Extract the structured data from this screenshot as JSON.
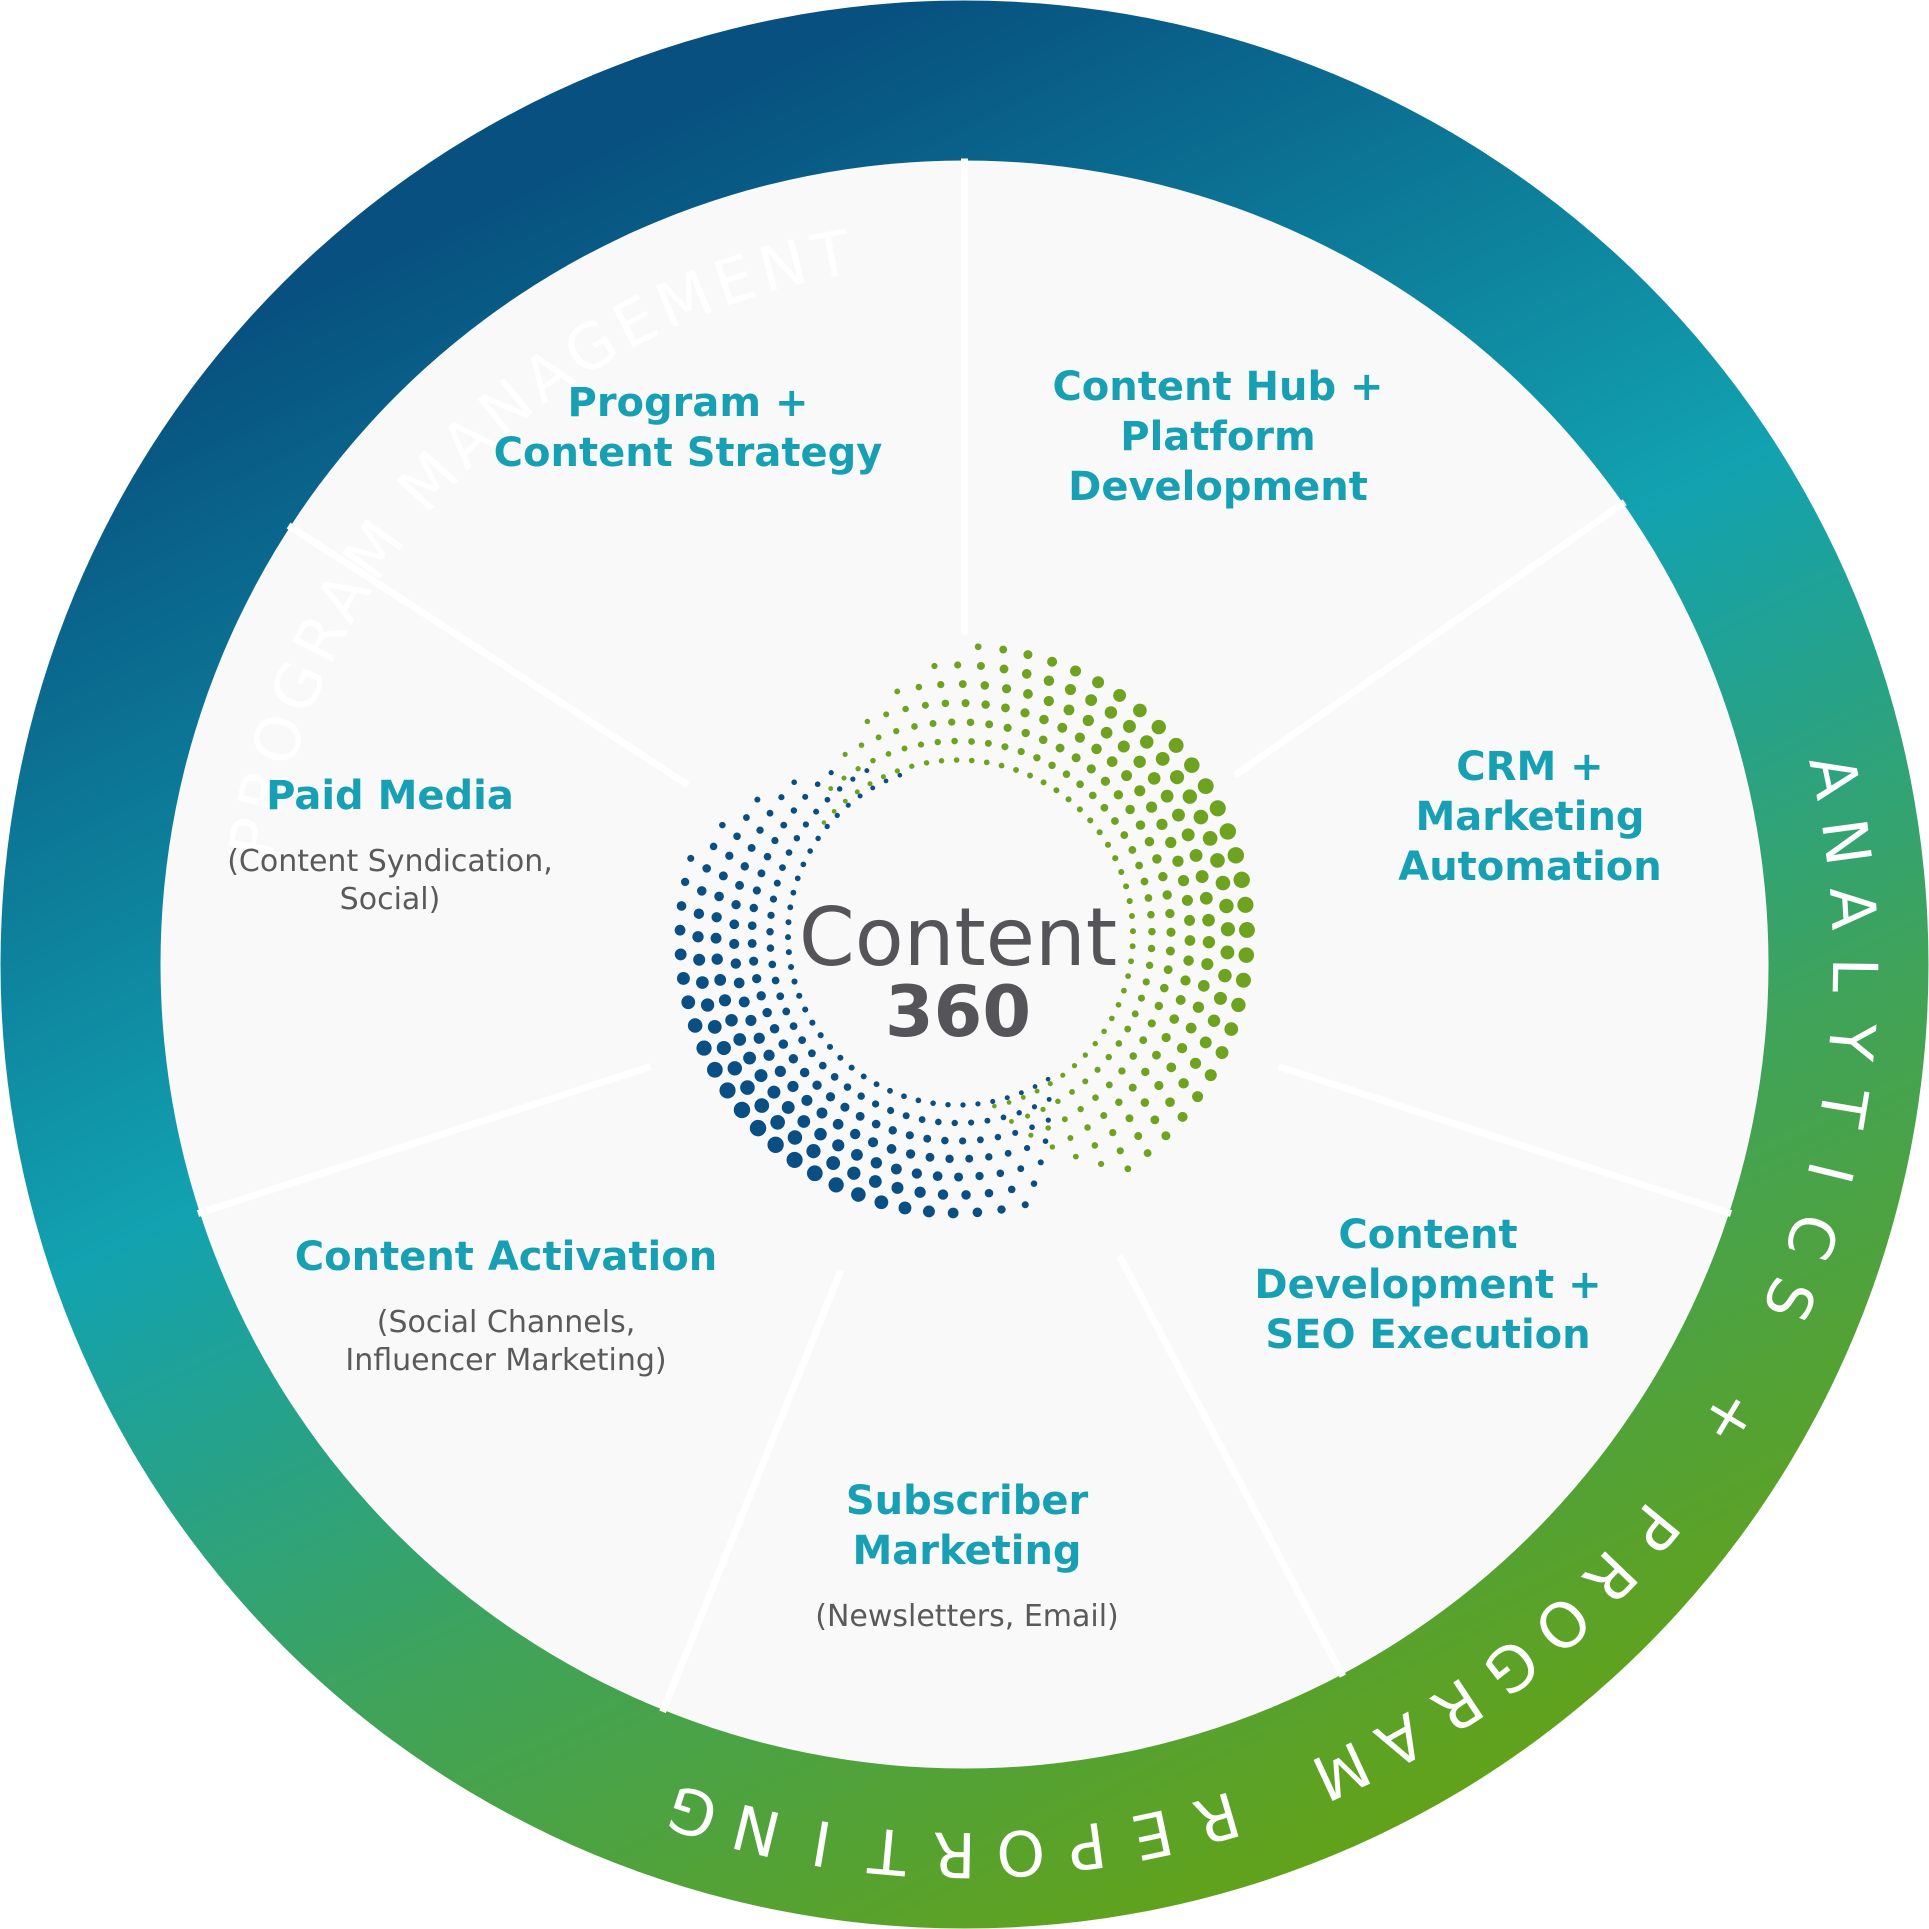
{
  "ring": {
    "top_label": "PROGRAM MANAGEMENT",
    "bottom_label": "ANALYTICS + PROGRAM REPORTING"
  },
  "center": {
    "word": "Content",
    "number": "360"
  },
  "segments": [
    {
      "id": "program-content-strategy",
      "title": [
        "Program +",
        "Content Strategy"
      ],
      "sub": []
    },
    {
      "id": "content-hub-platform-development",
      "title": [
        "Content Hub +",
        "Platform",
        "Development"
      ],
      "sub": []
    },
    {
      "id": "crm-marketing-automation",
      "title": [
        "CRM +",
        "Marketing",
        "Automation"
      ],
      "sub": []
    },
    {
      "id": "content-development-seo-execution",
      "title": [
        "Content",
        "Development +",
        "SEO Execution"
      ],
      "sub": []
    },
    {
      "id": "subscriber-marketing",
      "title": [
        "Subscriber",
        "Marketing"
      ],
      "sub": [
        "(Newsletters, Email)"
      ]
    },
    {
      "id": "content-activation",
      "title": [
        "Content Activation"
      ],
      "sub": [
        "(Social Channels,",
        "Influencer Marketing)"
      ]
    },
    {
      "id": "paid-media",
      "title": [
        "Paid Media"
      ],
      "sub": [
        "(Content Syndication,",
        "Social)"
      ]
    }
  ],
  "colors": {
    "title_teal": "#17a0b4",
    "sub_gray": "#5a5a5a",
    "center_gray": "#555559",
    "ring_dark_blue": "#07507f",
    "ring_teal": "#12a2b0",
    "ring_green": "#62a21a",
    "inner_bg": "#f9f9f9",
    "dot_blue": "#0a4f84",
    "dot_green": "#6ea320"
  }
}
